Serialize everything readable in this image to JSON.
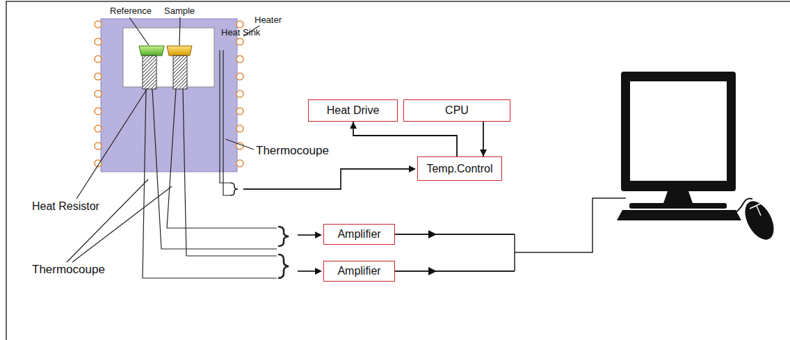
{
  "diagram": {
    "nodes": [
      {
        "text": [
          "Heat Drive"
        ]
      },
      {
        "text": [
          "CPU"
        ]
      },
      {
        "text": [
          "Temp.Control"
        ]
      },
      {
        "text": [
          "Amplifier"
        ]
      },
      {
        "text": [
          "Amplifier"
        ]
      }
    ],
    "edges": [
      {
        "from": 1,
        "to": 2,
        "arrow": "to"
      },
      {
        "from": 2,
        "to": 0,
        "arrow": "to"
      }
    ],
    "labels": [
      "Reference",
      "Sample",
      "Heat Sink",
      "Heater",
      "Thermocoupe",
      "Heat Resistor",
      "Thermocoupe"
    ]
  }
}
